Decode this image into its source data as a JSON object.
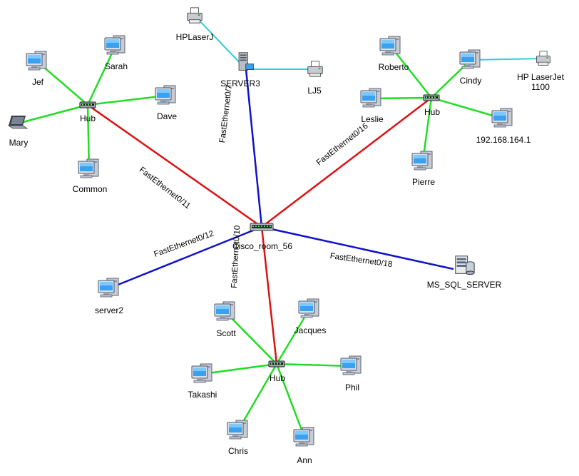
{
  "colors": {
    "green": "#22dd22",
    "red": "#dd1111",
    "blue": "#1111cc",
    "cyan": "#33ccdd",
    "background": "#ffffff"
  },
  "nodes": {
    "switch": {
      "label": "Cisco_room_56",
      "icon": "switch-icon"
    },
    "hub1": {
      "label": "Hub",
      "icon": "hub-icon"
    },
    "hub2": {
      "label": "Hub",
      "icon": "hub-icon"
    },
    "hub3": {
      "label": "Hub",
      "icon": "hub-icon"
    },
    "server3": {
      "label": "SERVER3",
      "icon": "server-tower-icon"
    },
    "hplaserj": {
      "label": "HPLaserJ",
      "icon": "printer-icon"
    },
    "lj5": {
      "label": "LJ5",
      "icon": "printer-icon"
    },
    "hplaserjet1100": {
      "label": "HP LaserJet\n1100",
      "icon": "printer-icon"
    },
    "mssql": {
      "label": "MS_SQL_SERVER",
      "icon": "database-server-icon"
    },
    "jef": {
      "label": "Jef",
      "icon": "computer-icon"
    },
    "sarah": {
      "label": "Sarah",
      "icon": "computer-icon"
    },
    "dave": {
      "label": "Dave",
      "icon": "computer-icon"
    },
    "mary": {
      "label": "Mary",
      "icon": "laptop-icon"
    },
    "common": {
      "label": "Common",
      "icon": "computer-icon"
    },
    "roberto": {
      "label": "Roberto",
      "icon": "computer-icon"
    },
    "cindy": {
      "label": "Cindy",
      "icon": "computer-icon"
    },
    "leslie": {
      "label": "Leslie",
      "icon": "computer-icon"
    },
    "ip": {
      "label": "192.168.164.1",
      "icon": "computer-icon"
    },
    "pierre": {
      "label": "Pierre",
      "icon": "computer-icon"
    },
    "server2": {
      "label": "server2",
      "icon": "computer-icon"
    },
    "scott": {
      "label": "Scott",
      "icon": "computer-icon"
    },
    "jacques": {
      "label": "Jacques",
      "icon": "computer-icon"
    },
    "takashi": {
      "label": "Takashi",
      "icon": "computer-icon"
    },
    "phil": {
      "label": "Phil",
      "icon": "computer-icon"
    },
    "chris": {
      "label": "Chris",
      "icon": "computer-icon"
    },
    "ann": {
      "label": "Ann",
      "icon": "computer-icon"
    }
  },
  "links": [
    {
      "from": "switch",
      "to": "hub1",
      "color": "red",
      "port": "FastEthernet0/11"
    },
    {
      "from": "switch",
      "to": "server3",
      "color": "blue",
      "port": "FastEthernet0/7"
    },
    {
      "from": "switch",
      "to": "hub2",
      "color": "red",
      "port": "FastEthernet0/16"
    },
    {
      "from": "switch",
      "to": "server2",
      "color": "blue",
      "port": "FastEthernet0/12"
    },
    {
      "from": "switch",
      "to": "hub3",
      "color": "red",
      "port": "FastEthernet0/10"
    },
    {
      "from": "switch",
      "to": "mssql",
      "color": "blue",
      "port": "FastEthernet0/18"
    },
    {
      "from": "hub1",
      "to": "jef",
      "color": "green",
      "port": ""
    },
    {
      "from": "hub1",
      "to": "sarah",
      "color": "green",
      "port": ""
    },
    {
      "from": "hub1",
      "to": "dave",
      "color": "green",
      "port": ""
    },
    {
      "from": "hub1",
      "to": "mary",
      "color": "green",
      "port": ""
    },
    {
      "from": "hub1",
      "to": "common",
      "color": "green",
      "port": ""
    },
    {
      "from": "hub2",
      "to": "roberto",
      "color": "green",
      "port": ""
    },
    {
      "from": "hub2",
      "to": "cindy",
      "color": "green",
      "port": ""
    },
    {
      "from": "hub2",
      "to": "leslie",
      "color": "green",
      "port": ""
    },
    {
      "from": "hub2",
      "to": "ip",
      "color": "green",
      "port": ""
    },
    {
      "from": "hub2",
      "to": "pierre",
      "color": "green",
      "port": ""
    },
    {
      "from": "hub3",
      "to": "scott",
      "color": "green",
      "port": ""
    },
    {
      "from": "hub3",
      "to": "jacques",
      "color": "green",
      "port": ""
    },
    {
      "from": "hub3",
      "to": "takashi",
      "color": "green",
      "port": ""
    },
    {
      "from": "hub3",
      "to": "phil",
      "color": "green",
      "port": ""
    },
    {
      "from": "hub3",
      "to": "chris",
      "color": "green",
      "port": ""
    },
    {
      "from": "hub3",
      "to": "ann",
      "color": "green",
      "port": ""
    },
    {
      "from": "server3",
      "to": "hplaserj",
      "color": "cyan",
      "port": ""
    },
    {
      "from": "server3",
      "to": "lj5",
      "color": "cyan",
      "port": ""
    },
    {
      "from": "cindy",
      "to": "hplaserjet1100",
      "color": "cyan",
      "port": ""
    }
  ]
}
